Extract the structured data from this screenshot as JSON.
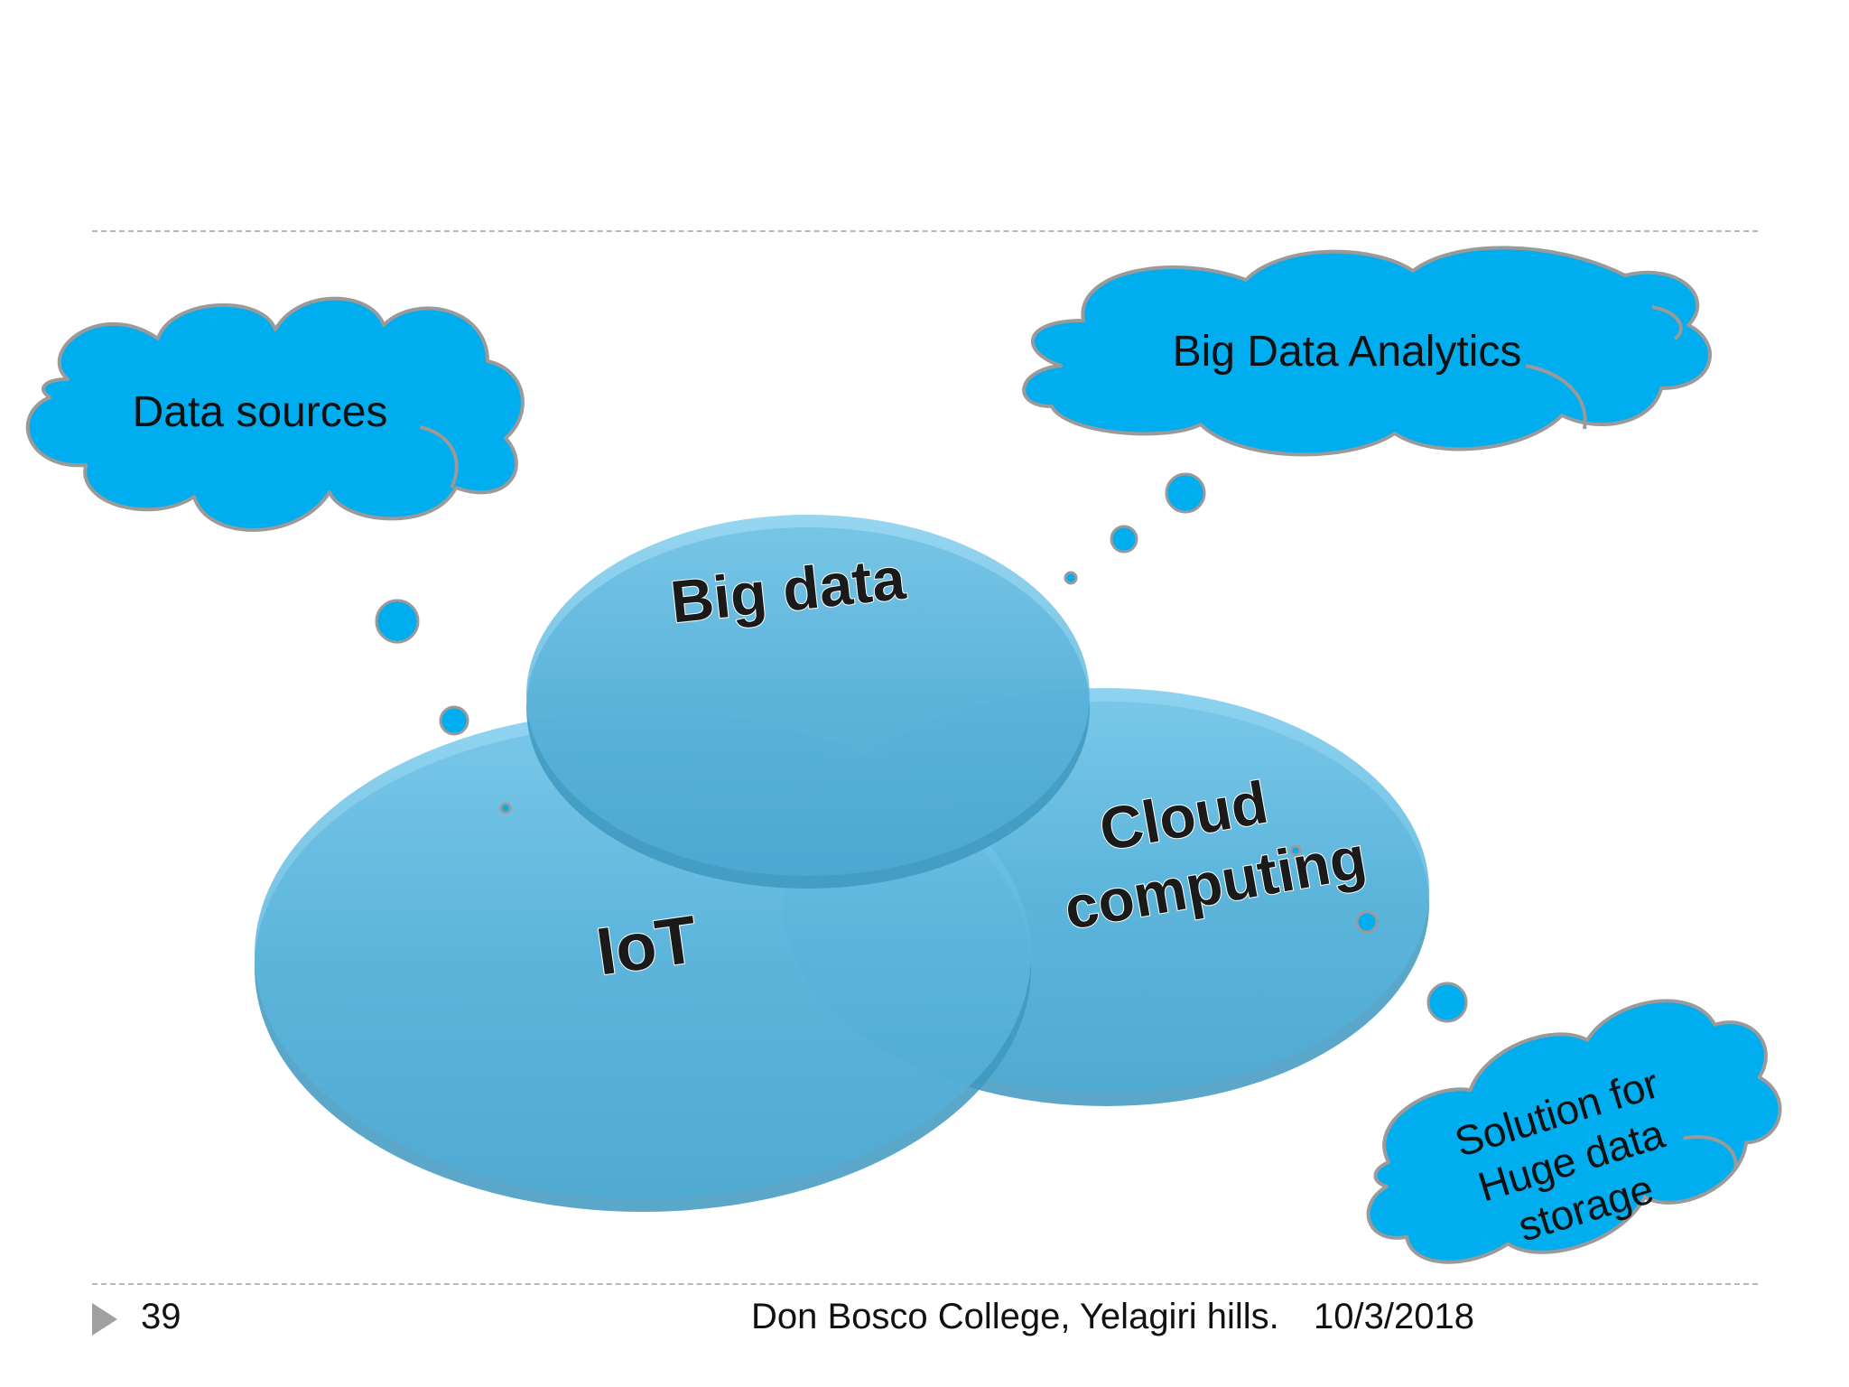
{
  "colors": {
    "cloud_fill": "#00ADEF",
    "cloud_stroke": "#9a9a9a",
    "disc_fill": "#5DB7DE",
    "disc_edge": "#3E98C0",
    "footer_marker": "#a0a0a0",
    "rule": "#b8b8b8"
  },
  "diagram": {
    "circles": {
      "big_data": "Big data",
      "iot": "IoT",
      "cloud_line1": "Cloud",
      "cloud_line2": "computing"
    },
    "clouds": {
      "data_sources": "Data sources",
      "analytics": "Big Data Analytics",
      "storage_line1": "Solution for",
      "storage_line2": "Huge data",
      "storage_line3": "storage"
    }
  },
  "footer": {
    "slide_number": "39",
    "center_text": "Don Bosco College, Yelagiri hills.",
    "date": "10/3/2018",
    "marker_icon": "triangle-right-icon"
  }
}
